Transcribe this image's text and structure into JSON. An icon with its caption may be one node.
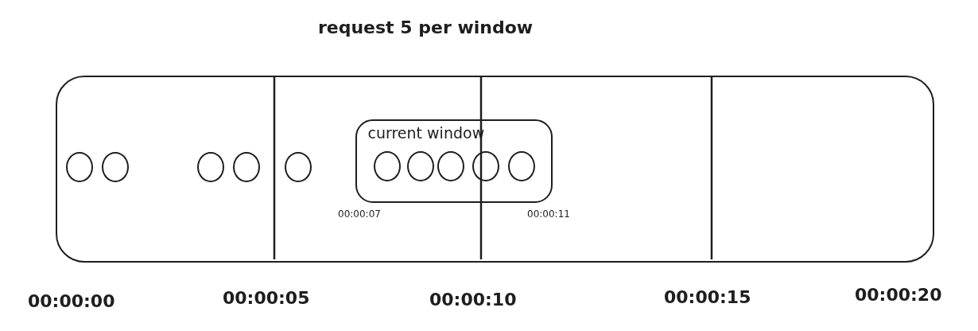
{
  "diagram": {
    "title": "request 5 per window",
    "nodes": [
      {
        "text": [],
        "shape": "box"
      },
      {
        "text": [],
        "shape": "circle",
        "in": 0
      },
      {
        "text": [],
        "shape": "circle",
        "in": 0
      },
      {
        "text": [],
        "shape": "circle",
        "in": 0
      },
      {
        "text": [],
        "shape": "circle",
        "in": 0
      },
      {
        "text": [],
        "shape": "circle",
        "in": 0
      },
      {
        "text": [
          "current window"
        ],
        "in": 0
      },
      {
        "text": [],
        "shape": "circle",
        "in": 6
      },
      {
        "text": [],
        "shape": "circle",
        "in": 6
      },
      {
        "text": [],
        "shape": "circle",
        "in": 6
      },
      {
        "text": [],
        "shape": "circle",
        "in": 6
      },
      {
        "text": [],
        "shape": "circle",
        "in": 6
      }
    ],
    "labels": [
      "00:00:07",
      "00:00:11",
      "00:00:00",
      "00:00:05",
      "00:00:10",
      "00:00:15",
      "00:00:20"
    ]
  }
}
